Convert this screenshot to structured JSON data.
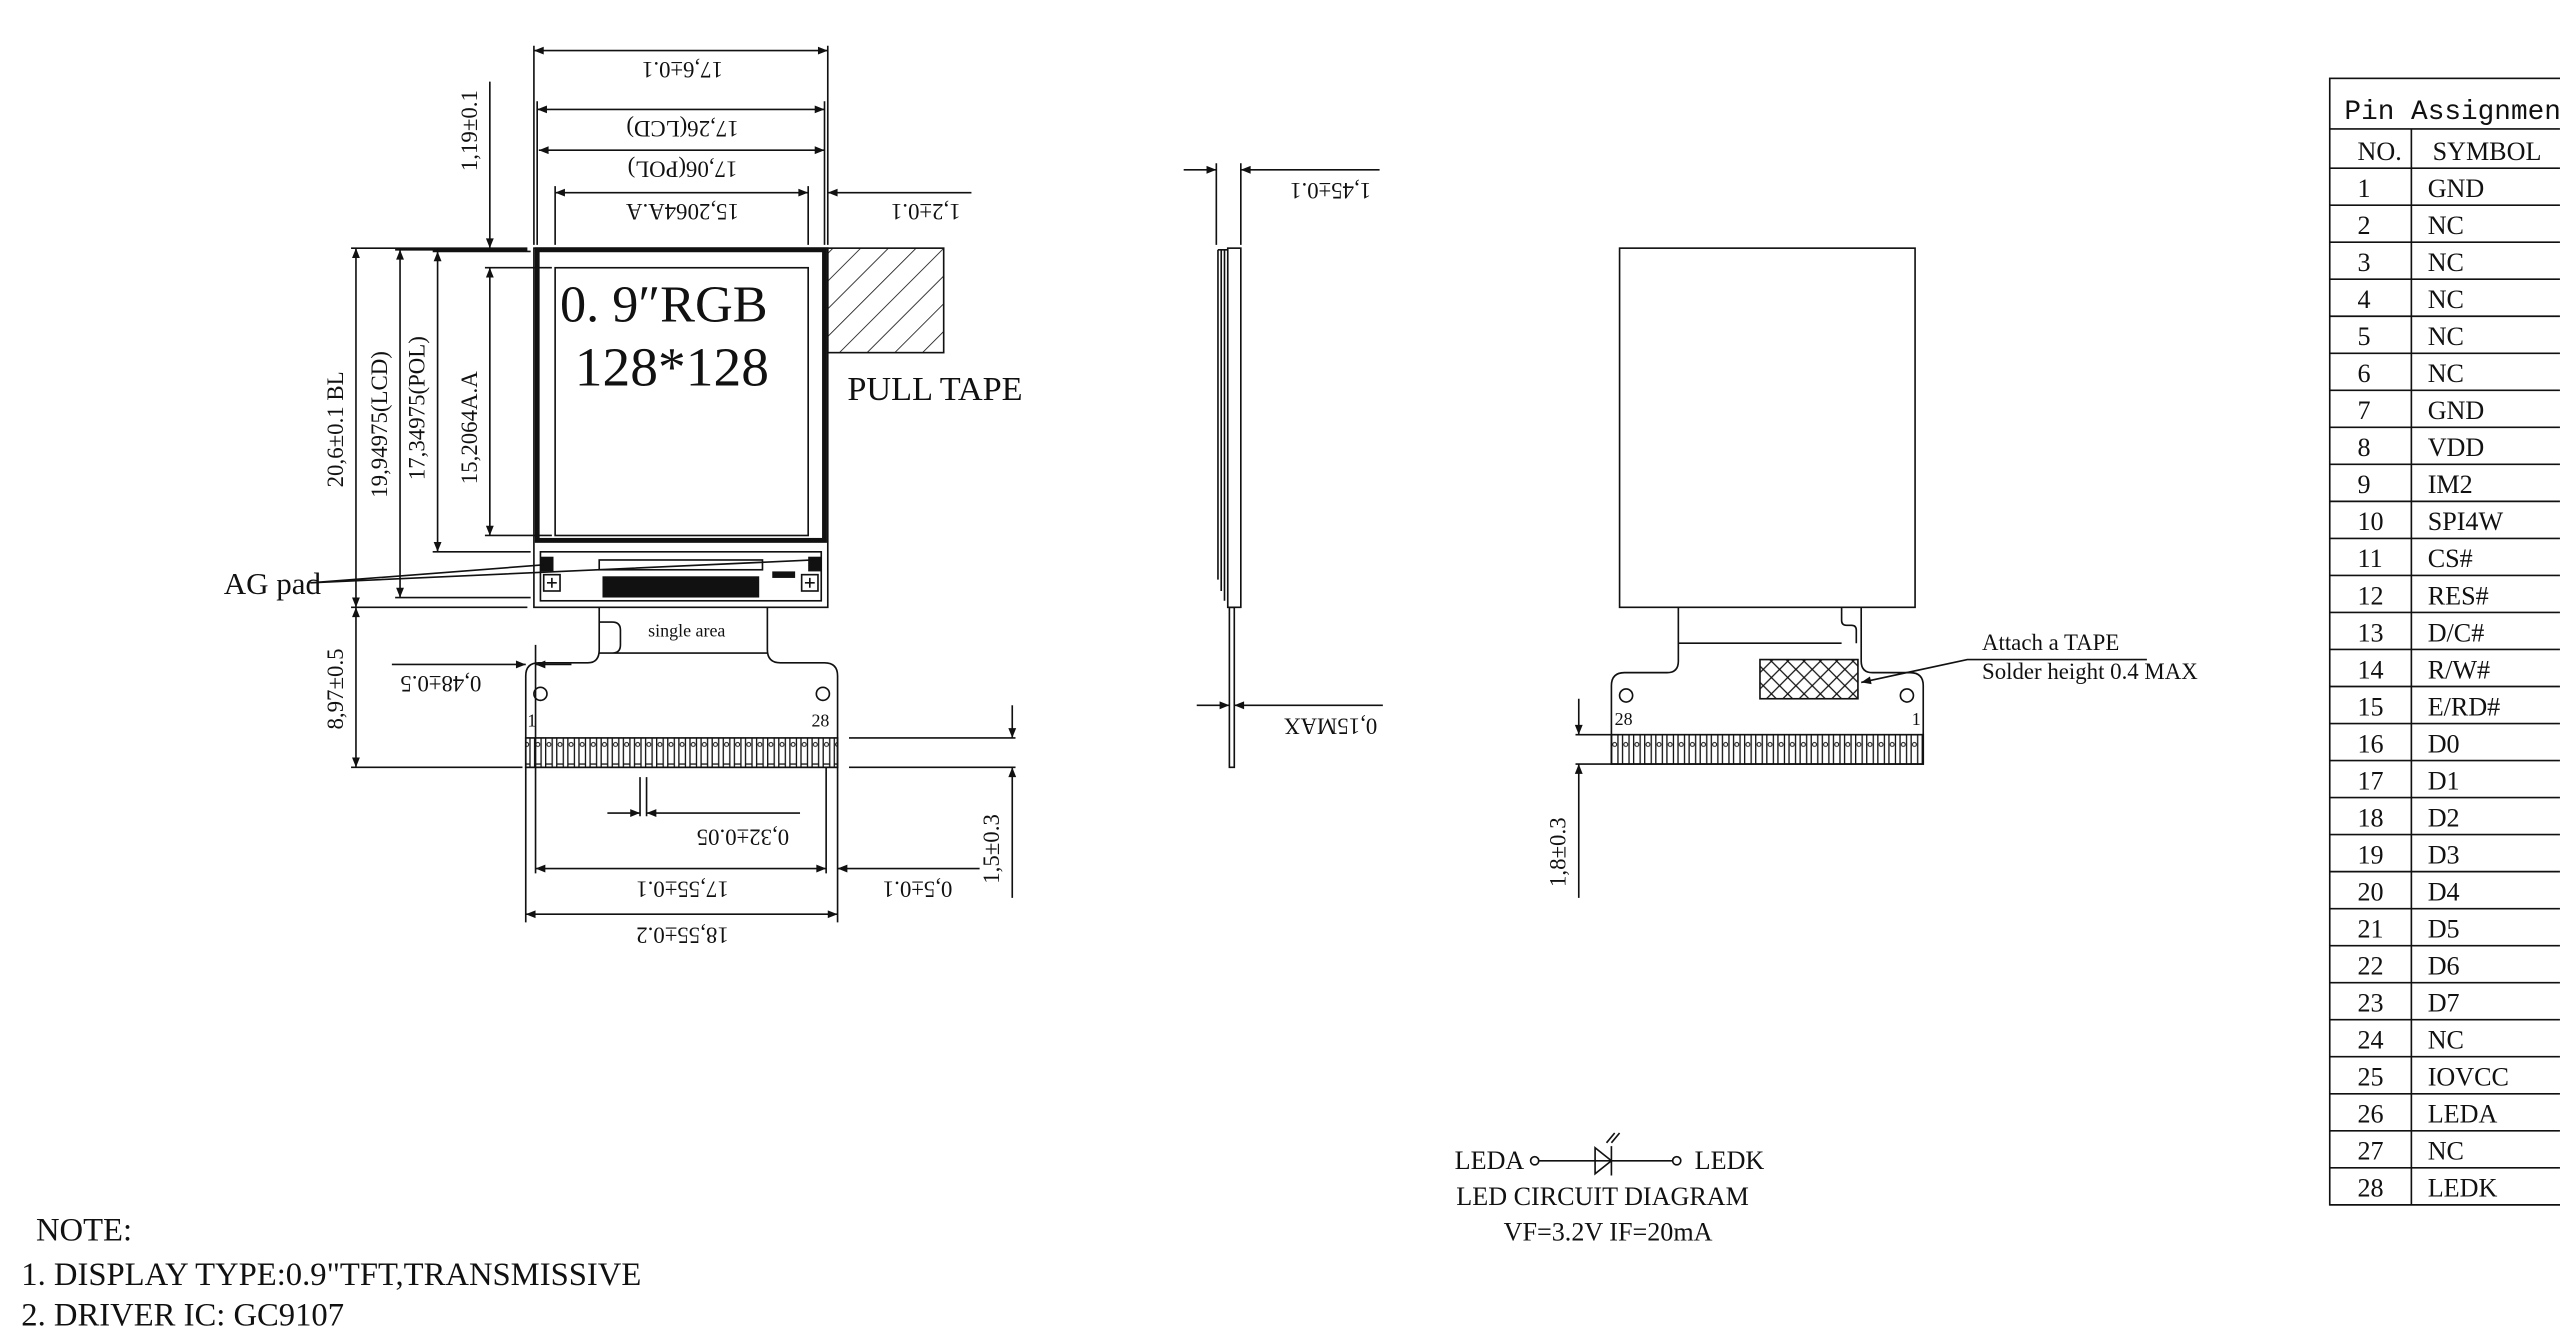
{
  "front_view": {
    "panel_line1": "0. 9″RGB",
    "panel_line2": "128*128",
    "pull_tape": "PULL TAPE",
    "ag_pad": "AG pad",
    "single_area": "single  area",
    "pin_first": "1",
    "pin_last": "28",
    "dims": {
      "outline_width": "17,6±0.1",
      "lcd_width": "17,26(LCD)",
      "pol_width": "17,06(POL)",
      "aa_width": "15,2064A.A",
      "tape_offset": "1,2±0.1",
      "top_offset": "1,19±0.1",
      "aa_height": "15,2064A.A",
      "pol_height": "17,34975(POL)",
      "lcd_height": "19,94975(LCD)",
      "bl_height": "20,6±0.1 BL",
      "fpc_length": "8,97±0.5",
      "fpc_offset": "0,48±0.5",
      "pin_pitch": "0,32±0.05",
      "pin_span": "17,55±0.1",
      "pin_margin": "0,5±0.1",
      "fpc_width": "18,55±0.2",
      "pin_length": "1,5±0.3"
    }
  },
  "side_view": {
    "dims": {
      "thickness": "1,45±0.1",
      "fpc_thickness": "0,15MAX"
    }
  },
  "back_view": {
    "tape_note_1": "Attach a TAPE",
    "tape_note_2": "Solder height 0.4 MAX",
    "pin_first": "28",
    "pin_last": "1",
    "dims": {
      "stiffener": "1,8±0.3"
    }
  },
  "led_circuit": {
    "anode": "LEDA",
    "cathode": "LEDK",
    "title": "LED CIRCUIT DIAGRAM",
    "spec": "VF=3.2V  IF=20mA"
  },
  "notes": {
    "title": "NOTE:",
    "items": [
      "1.  DISPLAY TYPE:0.9\"TFT,TRANSMISSIVE",
      "2.  DRIVER IC: GC9107"
    ]
  },
  "pin_table": {
    "title": "Pin Assignment",
    "headers": [
      "NO.",
      "SYMBOL"
    ],
    "rows": [
      [
        "1",
        "GND"
      ],
      [
        "2",
        "NC"
      ],
      [
        "3",
        "NC"
      ],
      [
        "4",
        "NC"
      ],
      [
        "5",
        "NC"
      ],
      [
        "6",
        "NC"
      ],
      [
        "7",
        "GND"
      ],
      [
        "8",
        "VDD"
      ],
      [
        "9",
        "IM2"
      ],
      [
        "10",
        "SPI4W"
      ],
      [
        "11",
        "CS#"
      ],
      [
        "12",
        "RES#"
      ],
      [
        "13",
        "D/C#"
      ],
      [
        "14",
        "R/W#"
      ],
      [
        "15",
        "E/RD#"
      ],
      [
        "16",
        "D0"
      ],
      [
        "17",
        "D1"
      ],
      [
        "18",
        "D2"
      ],
      [
        "19",
        "D3"
      ],
      [
        "20",
        "D4"
      ],
      [
        "21",
        "D5"
      ],
      [
        "22",
        "D6"
      ],
      [
        "23",
        "D7"
      ],
      [
        "24",
        "NC"
      ],
      [
        "25",
        "IOVCC"
      ],
      [
        "26",
        "LEDA"
      ],
      [
        "27",
        "NC"
      ],
      [
        "28",
        "LEDK"
      ]
    ]
  }
}
